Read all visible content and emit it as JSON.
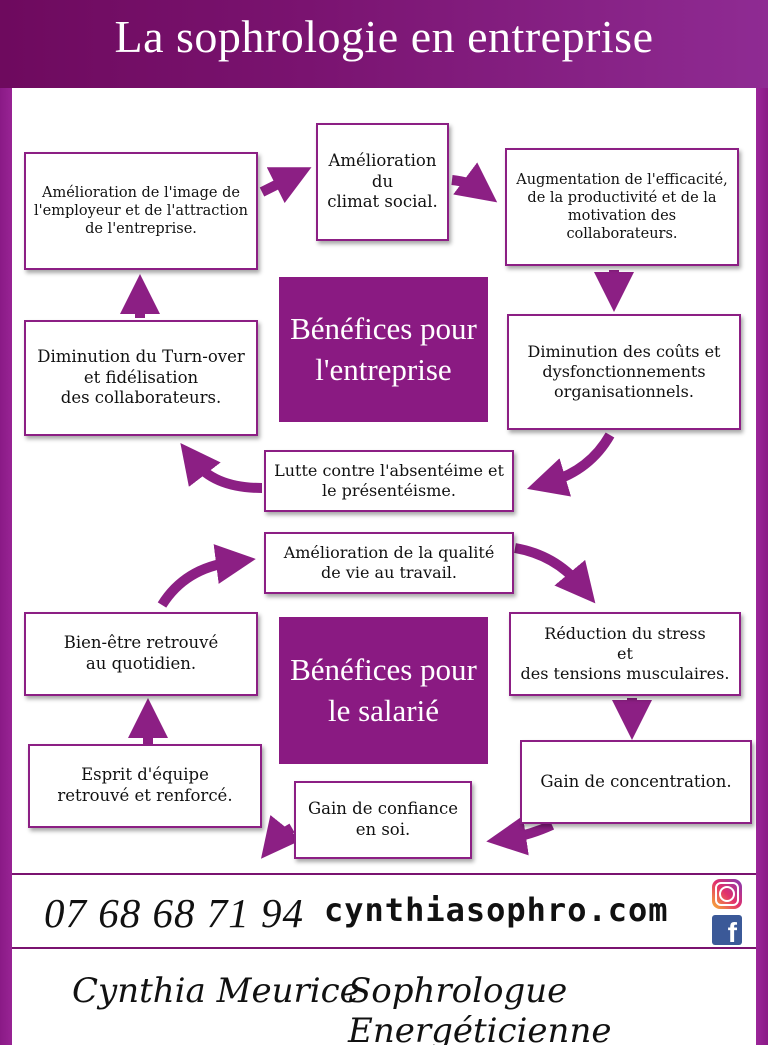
{
  "header": {
    "title": "La sophrologie en entreprise"
  },
  "enterprise": {
    "center_title": "Bénéfices pour\nl'entreprise",
    "boxes": [
      "Amélioration de l'image de\nl'employeur et de l'attraction\nde l'entreprise.",
      "Amélioration\ndu\nclimat social.",
      "Augmentation de l'efficacité,\nde la productivité et de la\nmotivation des\ncollaborateurs.",
      "Diminution des coûts et\ndysfonctionnements\norganisationnels.",
      "Lutte contre l'absentéime et\nle présentéisme.",
      "Diminution du Turn-over\net fidélisation\ndes collaborateurs."
    ]
  },
  "employee": {
    "center_title": "Bénéfices pour\nle salarié",
    "boxes": [
      "Amélioration de la qualité\nde vie au travail.",
      "Réduction du stress\net\ndes tensions musculaires.",
      "Gain de concentration.",
      "Gain de confiance\nen soi.",
      "Esprit d'équipe\nretrouvé et renforcé.",
      "Bien-être retrouvé\nau quotidien."
    ]
  },
  "contact": {
    "phone": "07 68 68 71 94",
    "website": "cynthiasophro.com",
    "icons": [
      "instagram-icon",
      "facebook-icon"
    ]
  },
  "footer": {
    "name": "Cynthia Meurice",
    "role": "Sophrologue Energéticienne"
  },
  "colors": {
    "accent": "#8a1a82",
    "arrow": "#8c1f84"
  }
}
